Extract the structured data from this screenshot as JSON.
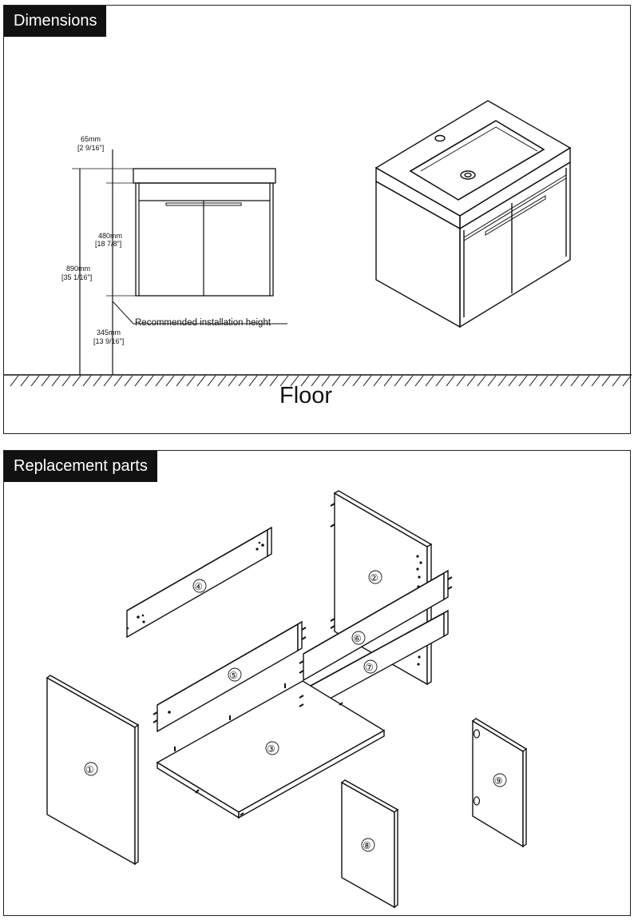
{
  "dimensions": {
    "title": "Dimensions",
    "labels": {
      "top_mm": "65mm",
      "top_in": "[2 9/16\"]",
      "cabinet_mm": "480mm",
      "cabinet_in": "[18 7/8\"]",
      "total_mm": "890mm",
      "total_in": "[35 1/16\"]",
      "floor_gap_mm": "345mm",
      "floor_gap_in": "[13 9/16\"]"
    },
    "recommended_label": "Recommended installation height",
    "floor_label": "Floor"
  },
  "replacement": {
    "title": "Replacement parts",
    "parts": [
      "①",
      "②",
      "③",
      "④",
      "⑤",
      "⑥",
      "⑦",
      "⑧",
      "⑨"
    ]
  }
}
